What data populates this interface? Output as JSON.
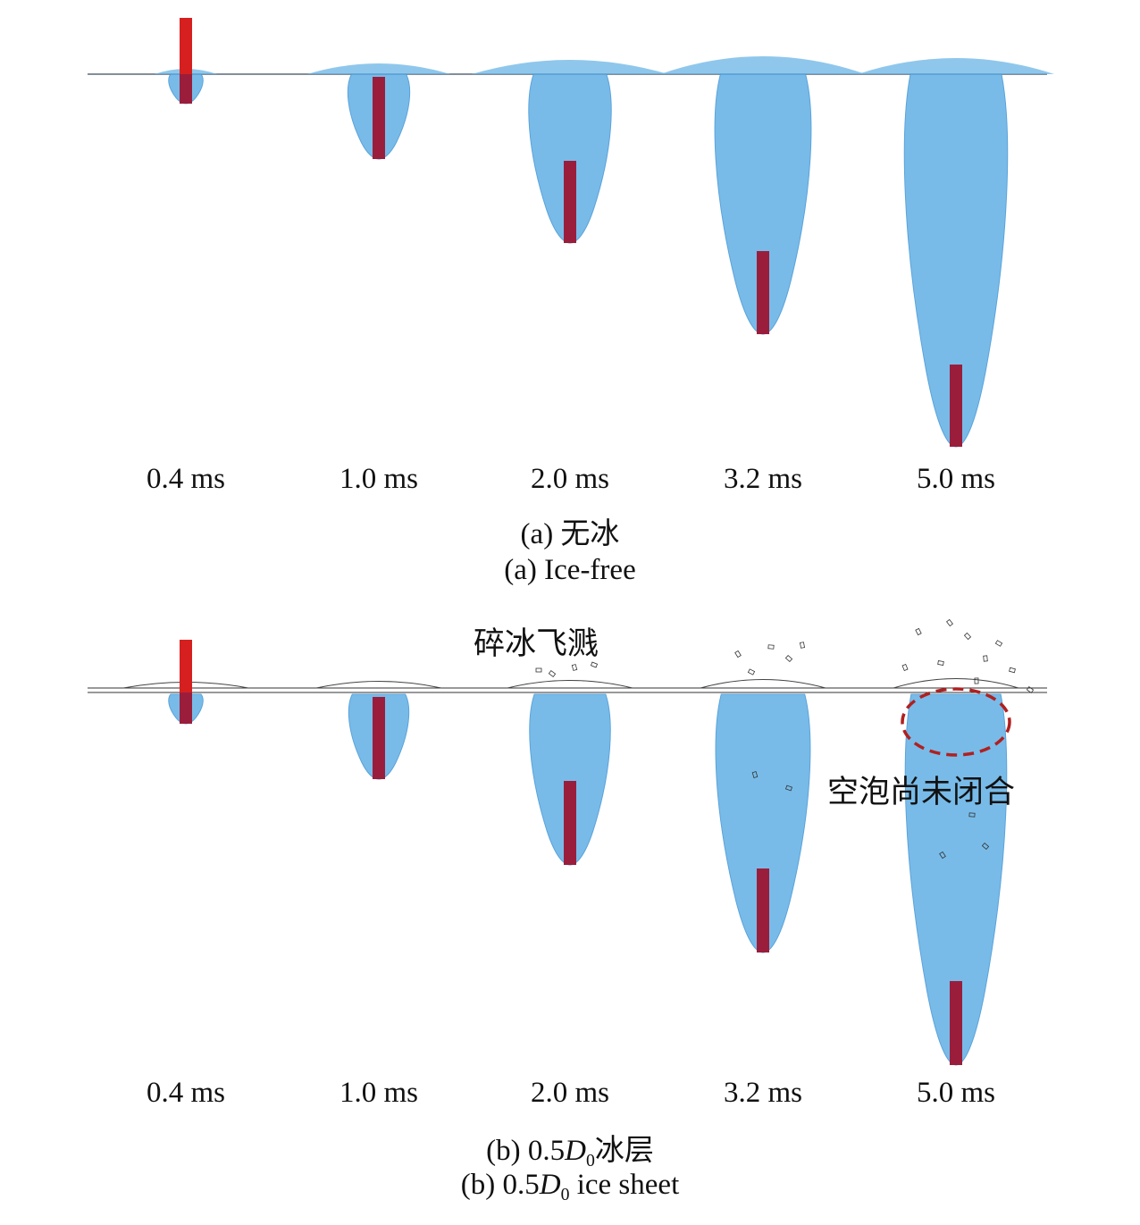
{
  "panel_a": {
    "time_labels": [
      "0.4 ms",
      "1.0 ms",
      "2.0 ms",
      "3.2 ms",
      "5.0 ms"
    ],
    "caption_cn": "(a) 无冰",
    "caption_en": "(a) Ice-free"
  },
  "panel_b": {
    "time_labels": [
      "0.4 ms",
      "1.0 ms",
      "2.0 ms",
      "3.2 ms",
      "5.0 ms"
    ],
    "caption_cn_prefix": "(b) 0.5",
    "caption_cn_var": "D",
    "caption_cn_sub": "0",
    "caption_cn_suffix": "冰层",
    "caption_en_prefix": "(b) 0.5",
    "caption_en_var": "D",
    "caption_en_sub": "0",
    "caption_en_suffix": " ice sheet",
    "annotation_splash": "碎冰飞溅",
    "annotation_cavity": "空泡尚未闭合"
  },
  "colors": {
    "cavity": "#6ab4e6",
    "cavity_edge": "#4a9ad8",
    "projectile_above": "#d62020",
    "projectile_below": "#9a1e3c",
    "highlight_circle": "#b02020"
  }
}
